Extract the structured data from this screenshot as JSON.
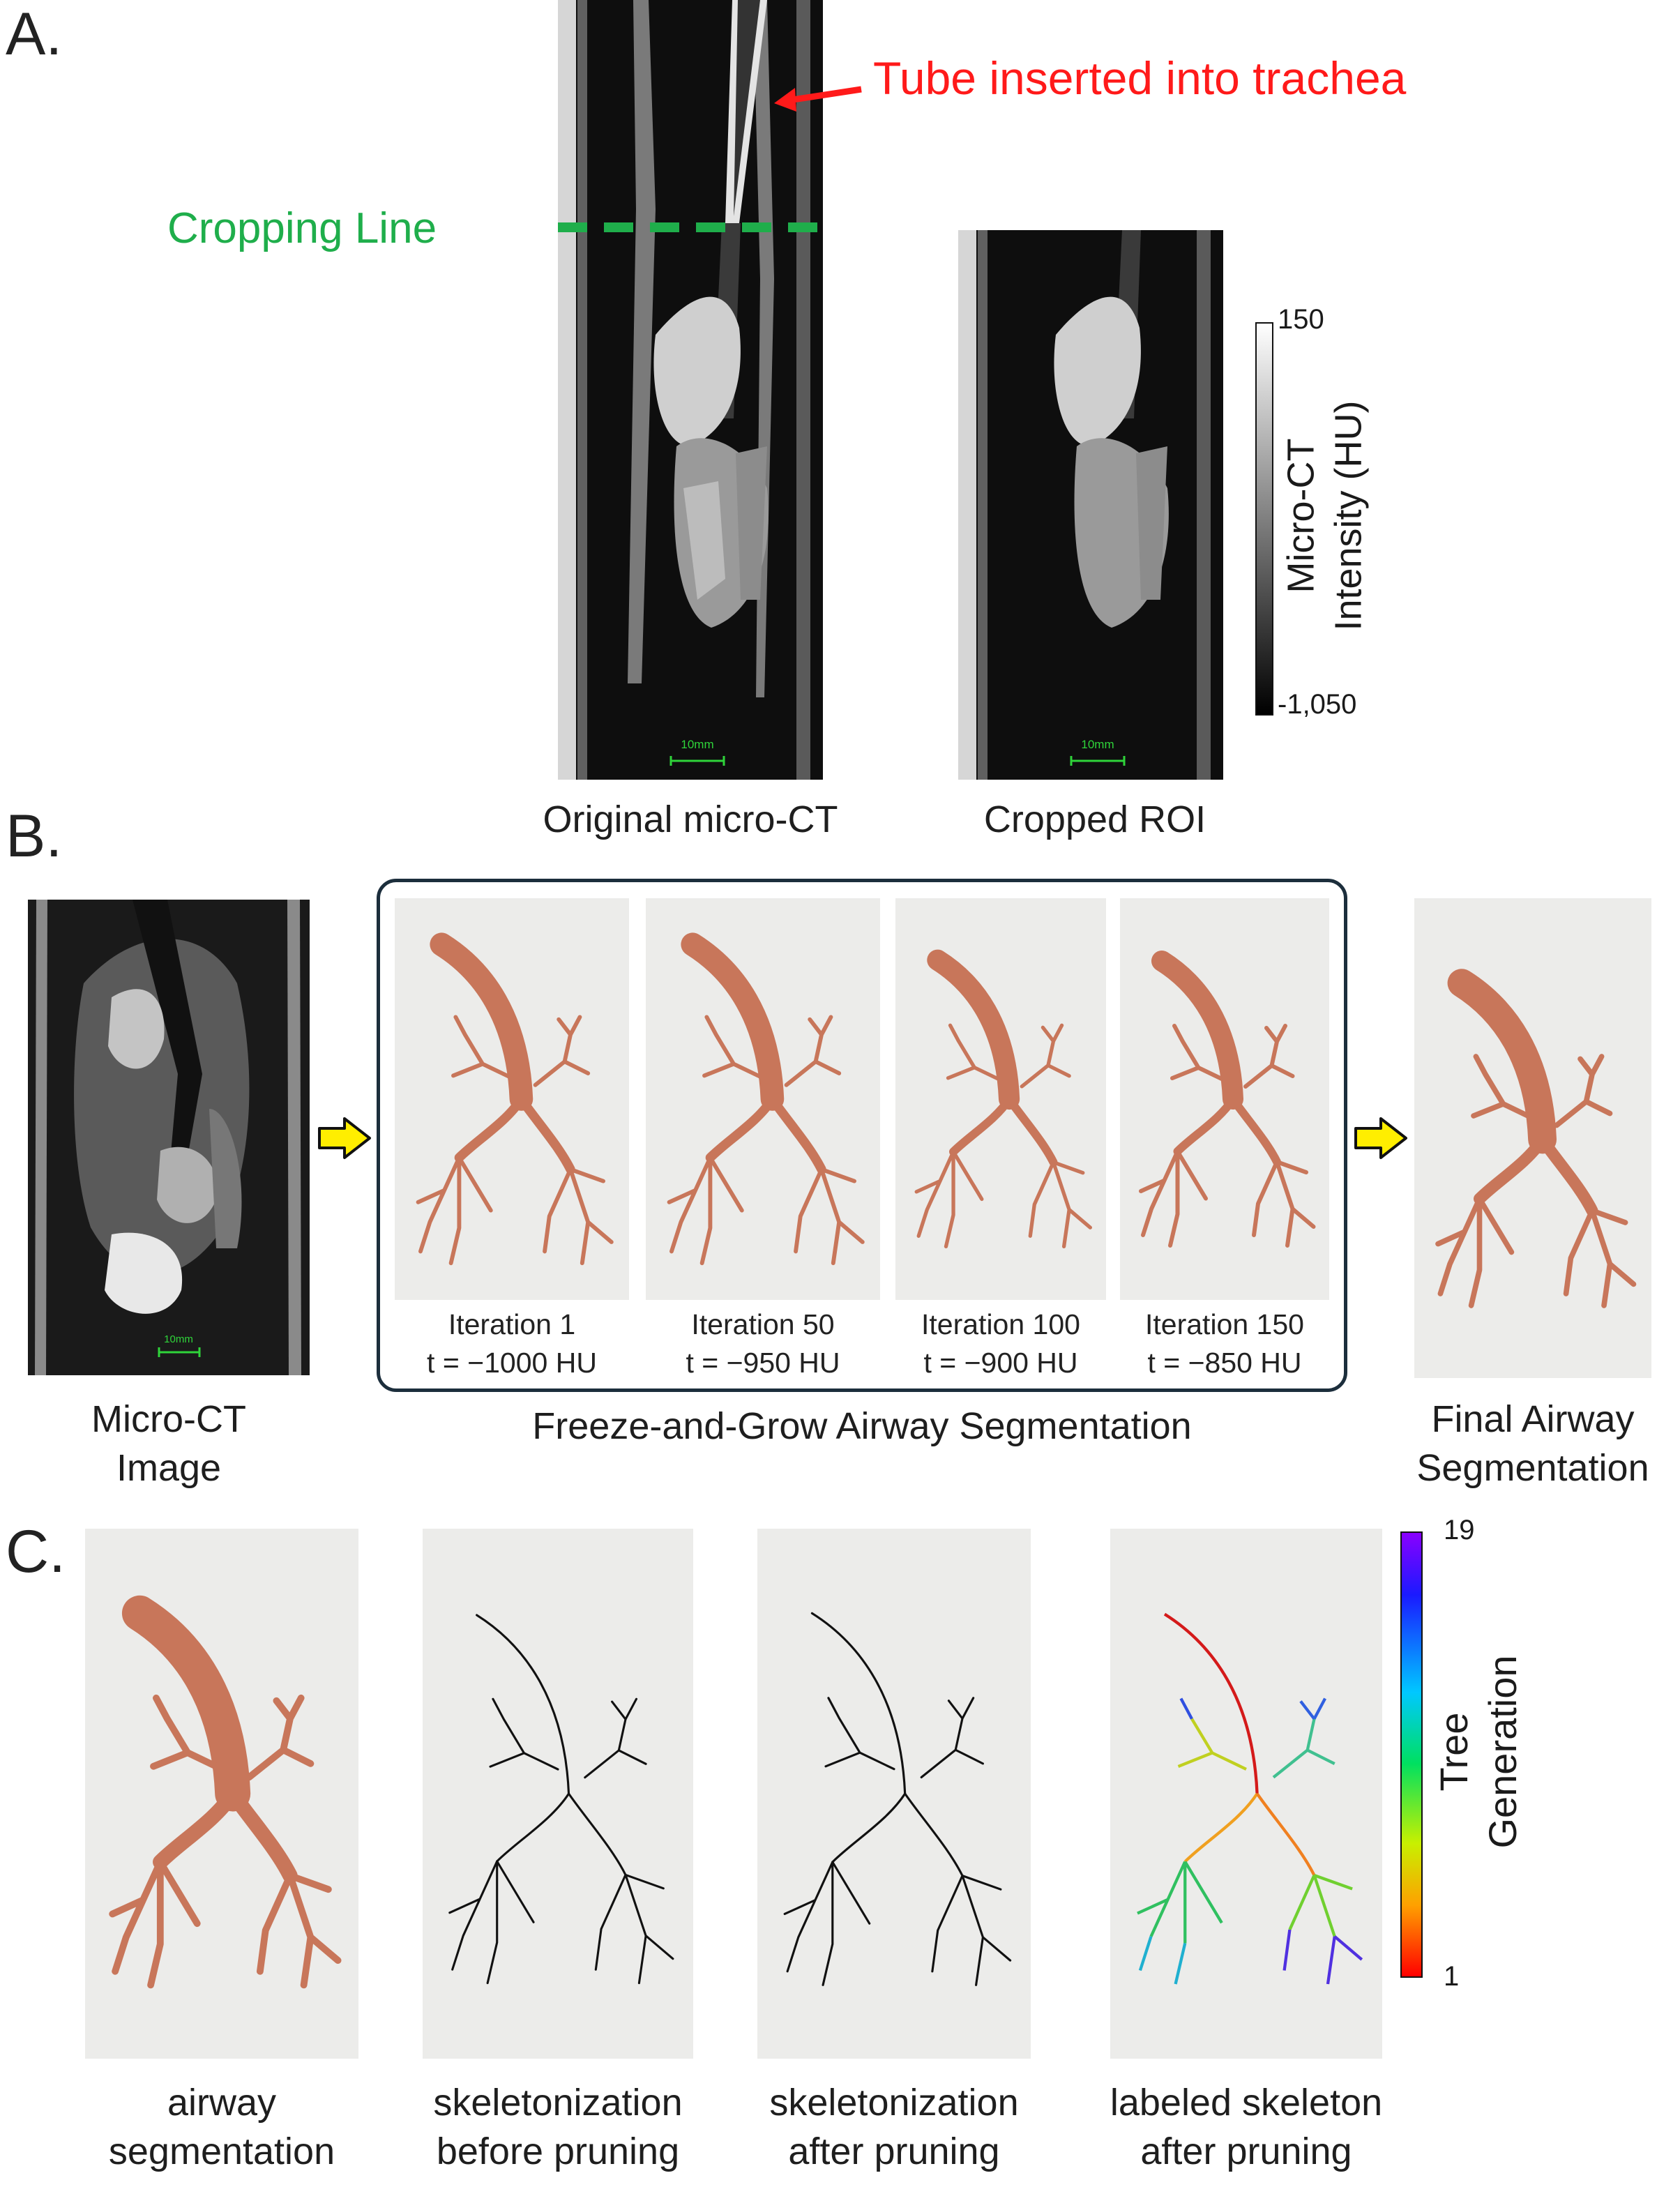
{
  "panel_a": {
    "letter": "A.",
    "tube_label": "Tube inserted into trachea",
    "crop_label": "Cropping Line",
    "original_caption": "Original micro-CT",
    "cropped_caption": "Cropped ROI",
    "scalebar_label": "10mm",
    "colorbar": {
      "max": "150",
      "min": "-1,050",
      "title_line1": "Micro-CT",
      "title_line2": "Intensity (HU)"
    },
    "colors": {
      "tube_label": "#ff1a1a",
      "crop_label": "#1fae4b"
    }
  },
  "panel_b": {
    "letter": "B.",
    "input_caption_line1": "Micro-CT",
    "input_caption_line2": "Image",
    "scalebar_label": "10mm",
    "group_caption": "Freeze-and-Grow Airway Segmentation",
    "iterations": [
      {
        "label": "Iteration 1",
        "threshold": "t = −1000 HU"
      },
      {
        "label": "Iteration 50",
        "threshold": "t = −950 HU"
      },
      {
        "label": "Iteration 100",
        "threshold": "t = −900 HU"
      },
      {
        "label": "Iteration 150",
        "threshold": "t = −850 HU"
      }
    ],
    "output_caption_line1": "Final Airway",
    "output_caption_line2": "Segmentation",
    "arrow_icon": "yellow-arrow-icon"
  },
  "panel_c": {
    "letter": "C.",
    "captions": [
      {
        "line1": "airway",
        "line2": "segmentation"
      },
      {
        "line1": "skeletonization",
        "line2": "before pruning"
      },
      {
        "line1": "skeletonization",
        "line2": "after pruning"
      },
      {
        "line1": "labeled skeleton",
        "line2": "after pruning"
      }
    ],
    "colorbar": {
      "max": "19",
      "min": "1",
      "title_line1": "Tree",
      "title_line2": "Generation"
    }
  },
  "colors": {
    "airway": "#c8765a",
    "airway_dark": "#a45a42",
    "frame": "#1c2e3c",
    "arrow": "#ffee00"
  }
}
